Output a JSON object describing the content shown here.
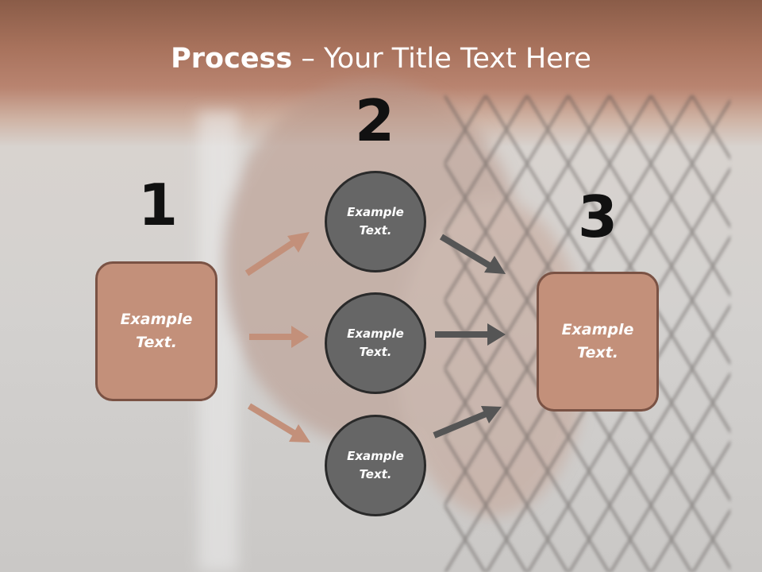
{
  "title": {
    "bold": "Process",
    "rest": " – Your Title Text Here"
  },
  "steps": [
    {
      "number": "1"
    },
    {
      "number": "2"
    },
    {
      "number": "3"
    }
  ],
  "left_box": {
    "text": "Example\nText."
  },
  "circles": [
    {
      "text": "Example\nText."
    },
    {
      "text": "Example\nText."
    },
    {
      "text": "Example\nText."
    }
  ],
  "right_box": {
    "text": "Example\nText."
  },
  "colors": {
    "box_fill": "#c3907a",
    "circle_fill": "#666666",
    "arrow_left": "#c3907a",
    "arrow_right": "#555555"
  }
}
